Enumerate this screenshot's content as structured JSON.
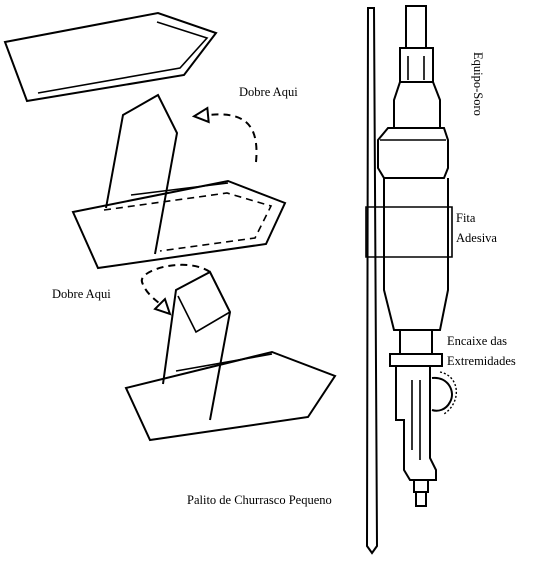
{
  "labels": {
    "dobre_top": "Dobre Aqui",
    "dobre_bottom": "Dobre Aqui",
    "equipo_soro": "Equipo-Soro",
    "fita_line1": "Fita",
    "fita_line2": "Adesiva",
    "encaixe_line1": "Encaixe das",
    "encaixe_line2": "Extremidades",
    "palito": "Palito de Churrasco Pequeno"
  },
  "colors": {
    "stroke": "#000000",
    "background": "#ffffff"
  }
}
